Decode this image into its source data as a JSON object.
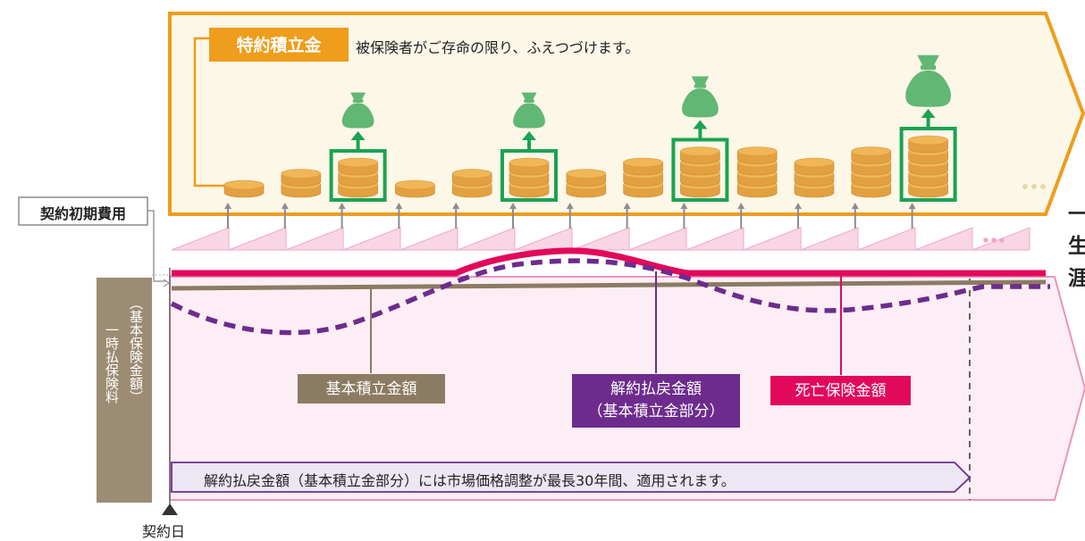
{
  "colors": {
    "orange": "#ee9d1c",
    "cream": "#fdf7e8",
    "pink_fill": "#fdeef5",
    "pink_border": "#eb94bc",
    "magenta": "#e2085c",
    "taupe": "#9c8c74",
    "purple": "#6d2c8d",
    "green": "#1aa352",
    "bag_green": "#61b774",
    "coin_gold": "#f0b657",
    "grey_arrow": "#8d8d8d"
  },
  "top_panel": {
    "badge": "特約積立金",
    "description": "被保険者がご存命の限り、ふえつづけます。",
    "coin_stacks": [
      1,
      2,
      3,
      1,
      2,
      3,
      2,
      3,
      4,
      4,
      3,
      4,
      5
    ],
    "highlighted_stacks": [
      2,
      5,
      8,
      12
    ],
    "bag_sizes": [
      "small",
      "small",
      "medium",
      "large"
    ],
    "ellipsis": "…"
  },
  "left_labels": {
    "initial_cost": "契約初期費用",
    "premium_line1": "一時払保険料",
    "premium_line2": "（基本保険金額）",
    "contract_date": "契約日"
  },
  "right_edge_text": [
    "一",
    "生",
    "涯"
  ],
  "line_labels": {
    "basic_reserve": "基本積立金額",
    "surrender_line1": "解約払戻金額",
    "surrender_line2": "（基本積立金部分）",
    "death_benefit": "死亡保険金額"
  },
  "bottom_banner": "解約払戻金額（基本積立金部分）には市場価格調整が最長30年間、適用されます。"
}
